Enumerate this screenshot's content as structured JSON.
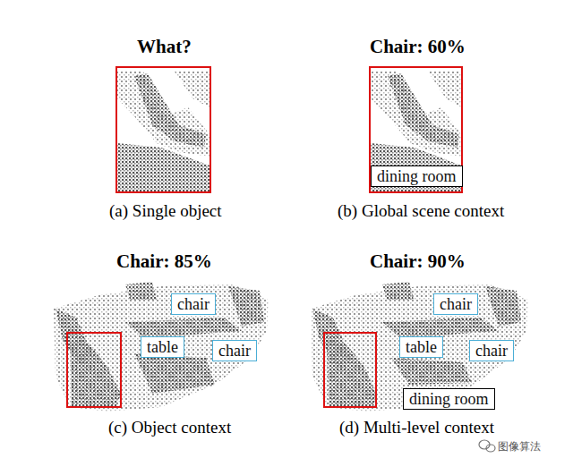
{
  "diagram": {
    "nodes": [
      {
        "text": [
          "dining room"
        ]
      },
      {
        "text": [
          "chair"
        ]
      },
      {
        "text": [
          "table"
        ]
      },
      {
        "text": [
          "chair"
        ]
      },
      {
        "text": [
          "chair"
        ]
      },
      {
        "text": [
          "table"
        ]
      },
      {
        "text": [
          "chair"
        ]
      },
      {
        "text": [
          "dining room"
        ]
      }
    ],
    "labels": [
      "What?",
      "Chair: 60%",
      "Chair: 85%",
      "Chair: 90%",
      "(a) Single object",
      "(b) Global scene context",
      "(c) Object context",
      "(d) Multi-level context",
      "图像算法"
    ]
  }
}
